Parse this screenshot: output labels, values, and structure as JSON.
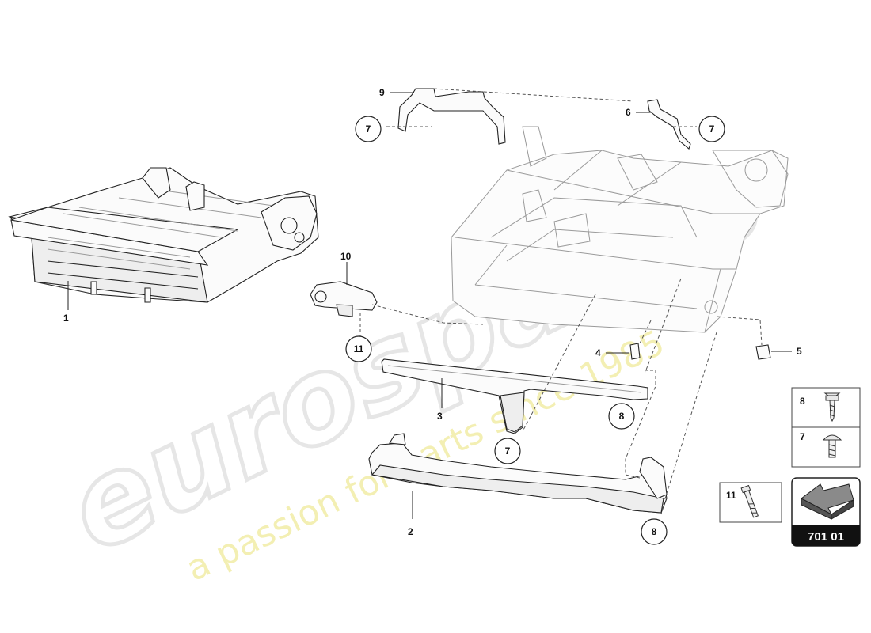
{
  "watermark": {
    "brand": "eurospares",
    "tagline": "a passion for parts since 1985"
  },
  "callouts": {
    "c1": "1",
    "c2": "2",
    "c3": "3",
    "c4": "4",
    "c5": "5",
    "c6": "6",
    "c9": "9",
    "c10": "10"
  },
  "circled": {
    "c7a": "7",
    "c7b": "7",
    "c7c": "7",
    "c8a": "8",
    "c8b": "8",
    "c11": "11"
  },
  "legend": {
    "item8": "8",
    "item7": "7",
    "item11": "11"
  },
  "badge": {
    "code": "701 01"
  }
}
